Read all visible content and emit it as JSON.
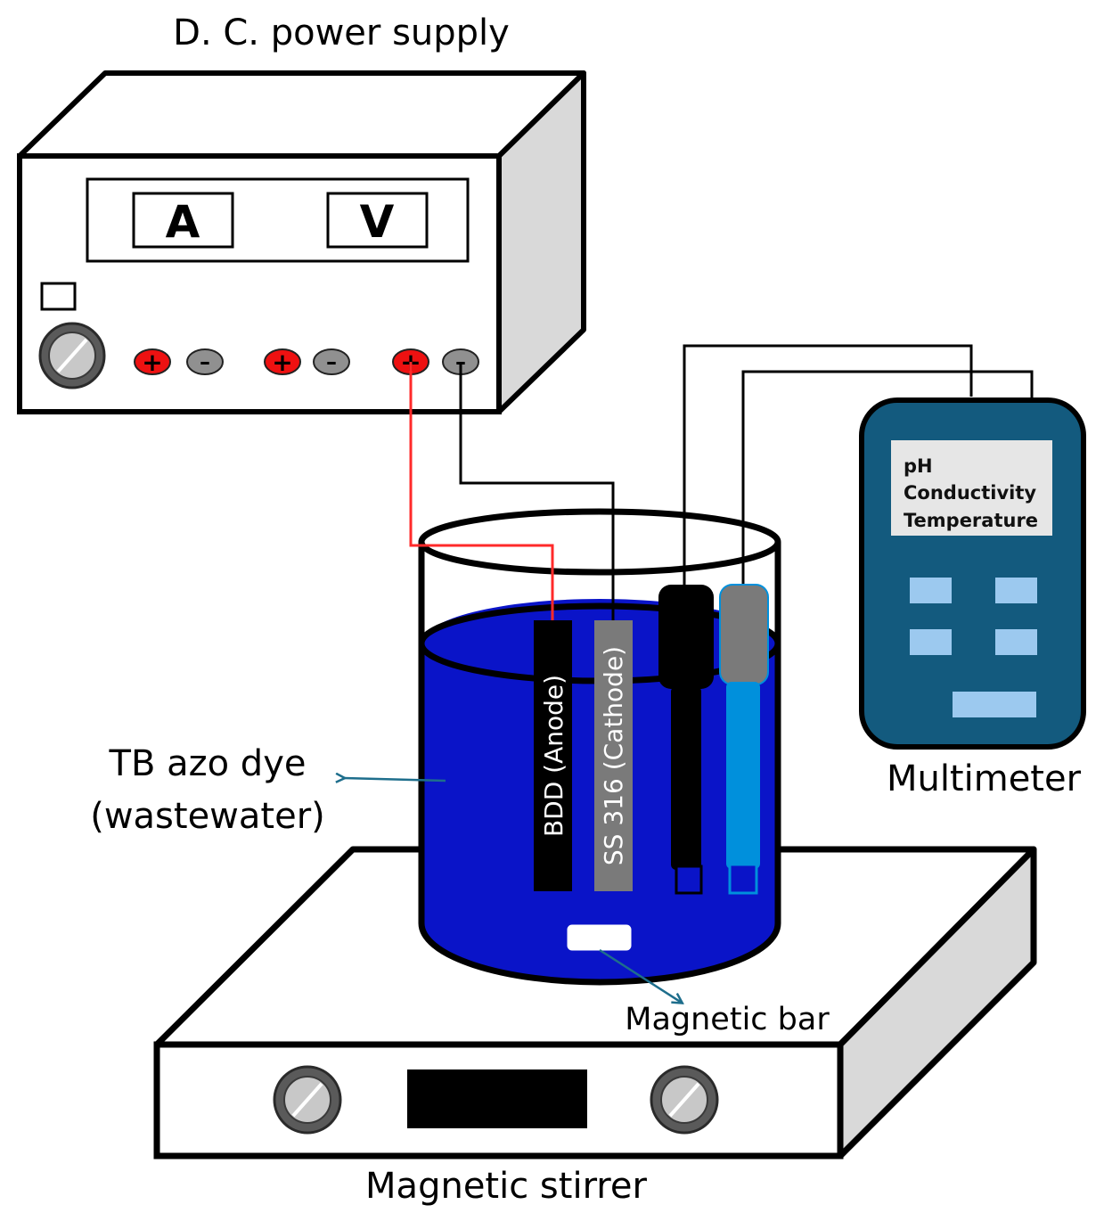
{
  "labels": {
    "power_supply": "D. C. power supply",
    "ammeter": "A",
    "voltmeter": "V",
    "plus": "+",
    "minus": "–",
    "multimeter": "Multimeter",
    "multimeter_readings": [
      "pH",
      "Conductivity",
      "Temperature"
    ],
    "anode": "BDD (Anode)",
    "cathode": "SS 316 (Cathode)",
    "dye_line1": "TB azo dye",
    "dye_line2": "(wastewater)",
    "magnetic_bar": "Magnetic  bar",
    "stirrer": "Magnetic stirrer"
  },
  "colors": {
    "solution": "#0a14c8",
    "anode_wire": "#ff2a2a",
    "terminal_positive": "#ee1111",
    "terminal_negative": "#909090",
    "multimeter_body": "#135a7e",
    "multimeter_screen": "#e6e6e6",
    "multimeter_buttons": "#9cc9ef",
    "probe_blue": "#0090dc",
    "cathode_plate": "#7a7a7a",
    "arrow": "#1e6e8c",
    "equipment_side": "#d9d9d9"
  },
  "icons": [
    "knob-icon",
    "arrow-icon"
  ]
}
